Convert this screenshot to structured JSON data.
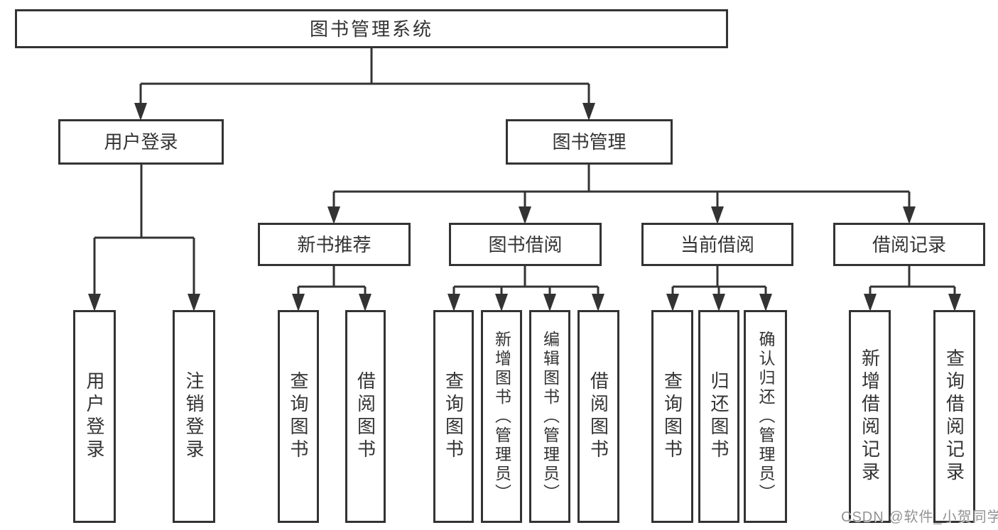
{
  "root": {
    "label": "图书管理系统"
  },
  "level2": [
    {
      "label": "用户登录",
      "parent": "图书管理系统"
    },
    {
      "label": "图书管理",
      "parent": "图书管理系统"
    }
  ],
  "level3": [
    {
      "label": "新书推荐",
      "parent": "图书管理"
    },
    {
      "label": "图书借阅",
      "parent": "图书管理"
    },
    {
      "label": "当前借阅",
      "parent": "图书管理"
    },
    {
      "label": "借阅记录",
      "parent": "图书管理"
    }
  ],
  "leaves": [
    {
      "label": "用户登录",
      "parent": "用户登录"
    },
    {
      "label": "注销登录",
      "parent": "用户登录"
    },
    {
      "label": "查询图书",
      "parent": "新书推荐"
    },
    {
      "label": "借阅图书",
      "parent": "新书推荐"
    },
    {
      "label": "查询图书",
      "parent": "图书借阅"
    },
    {
      "label": "新增图书（管理员）",
      "parent": "图书借阅"
    },
    {
      "label": "编辑图书（管理员）",
      "parent": "图书借阅"
    },
    {
      "label": "借阅图书",
      "parent": "图书借阅"
    },
    {
      "label": "查询图书",
      "parent": "当前借阅"
    },
    {
      "label": "归还图书",
      "parent": "当前借阅"
    },
    {
      "label": "确认归还（管理员）",
      "parent": "当前借阅"
    },
    {
      "label": "新增借阅记录",
      "parent": "借阅记录"
    },
    {
      "label": "查询借阅记录",
      "parent": "借阅记录"
    }
  ],
  "watermark": {
    "text": "CSDN @软件_小贺同学"
  },
  "colors": {
    "line": "#333333",
    "border": "#333333",
    "text": "#333333",
    "watermark": "#878787",
    "background": "#ffffff"
  }
}
